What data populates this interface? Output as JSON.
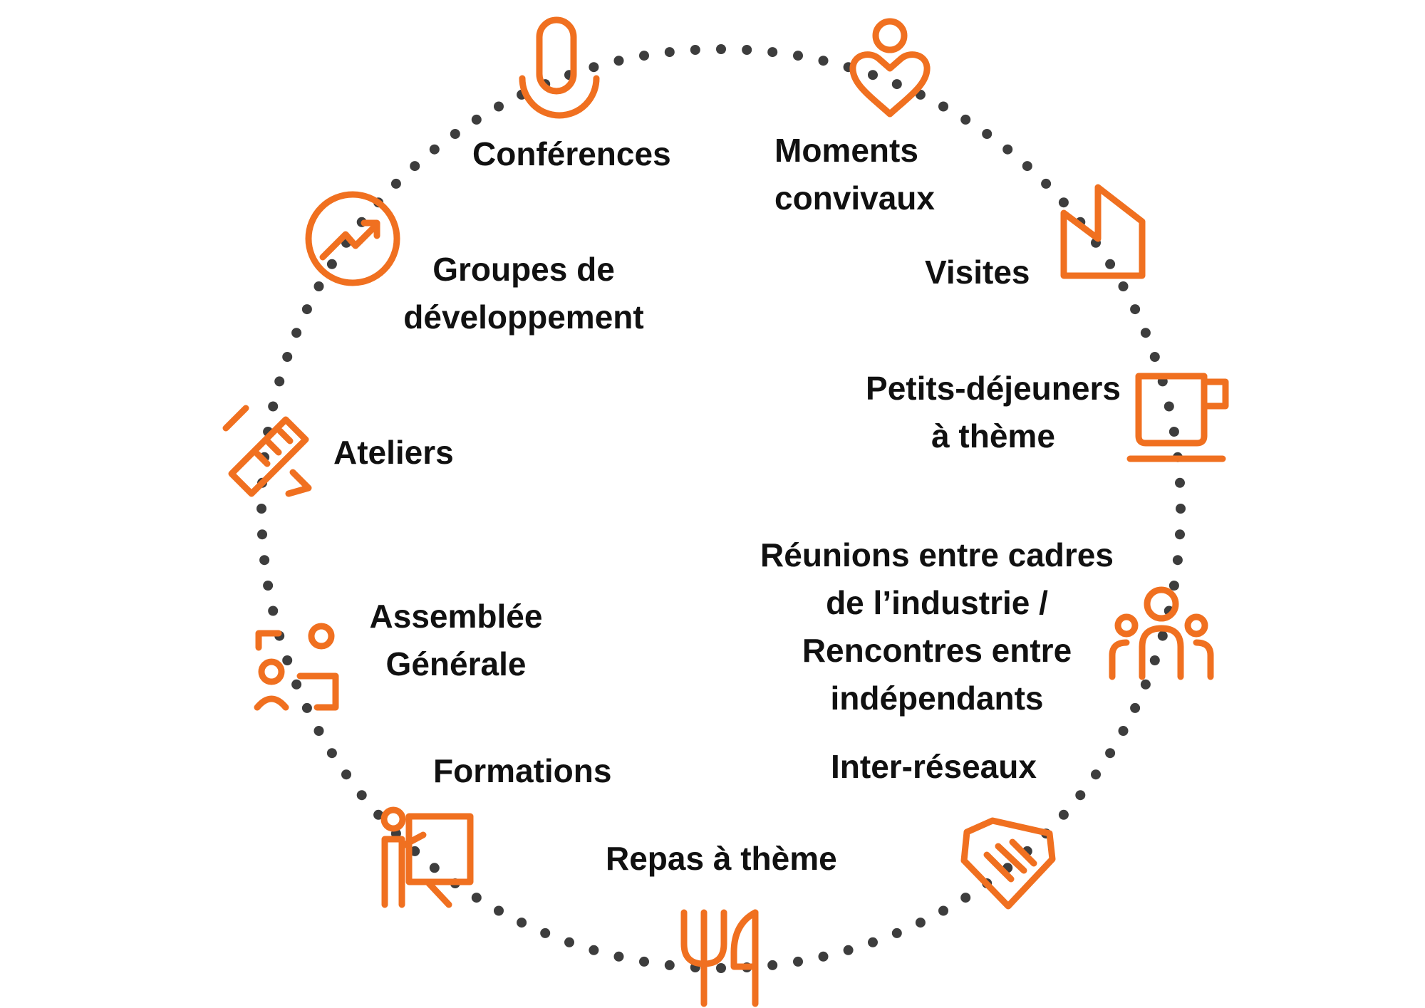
{
  "colors": {
    "accent": "#f07020",
    "dots": "#3d3d3d",
    "text": "#111111"
  },
  "items": [
    {
      "icon": "microphone-icon",
      "lines": [
        "Conférences"
      ]
    },
    {
      "icon": "person-heart-icon",
      "lines": [
        "Moments",
        "convivaux"
      ]
    },
    {
      "icon": "factory-icon",
      "lines": [
        "Visites"
      ]
    },
    {
      "icon": "coffee-cup-icon",
      "lines": [
        "Petits-déjeuners",
        "à thème"
      ]
    },
    {
      "icon": "group-icon",
      "lines": [
        "Réunions entre cadres",
        "de l’industrie /",
        "Rencontres entre",
        "indépendants"
      ]
    },
    {
      "icon": "handshake-icon",
      "lines": [
        "Inter-réseaux"
      ]
    },
    {
      "icon": "fork-knife-icon",
      "lines": [
        "Repas à thème"
      ]
    },
    {
      "icon": "presenter-board-icon",
      "lines": [
        "Formations"
      ]
    },
    {
      "icon": "people-exchange-icon",
      "lines": [
        "Assemblée",
        "Générale"
      ]
    },
    {
      "icon": "ruler-pencil-icon",
      "lines": [
        "Ateliers"
      ]
    },
    {
      "icon": "growth-chart-icon",
      "lines": [
        "Groupes de",
        "développement"
      ]
    }
  ]
}
